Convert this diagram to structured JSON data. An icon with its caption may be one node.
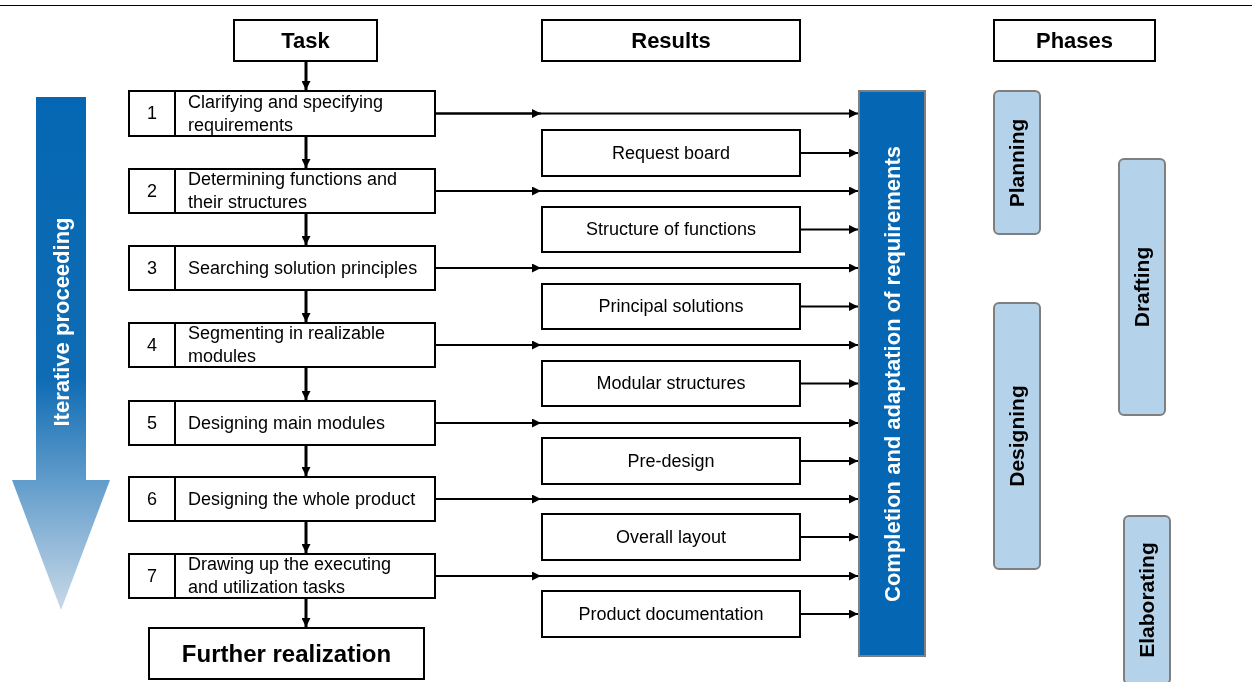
{
  "diagram": {
    "nodes": [
      {
        "text": [
          "Task"
        ]
      },
      {
        "text": [
          "Results"
        ]
      },
      {
        "text": [
          "Phases"
        ]
      },
      {
        "text": [
          "Iterative proceeding"
        ]
      },
      {
        "text": [
          "1",
          "Clarifying and specifying requirements"
        ]
      },
      {
        "text": [
          "2",
          "Determining functions and their structures"
        ]
      },
      {
        "text": [
          "3",
          "Searching solution principles"
        ]
      },
      {
        "text": [
          "4",
          "Segmenting in realizable modules"
        ]
      },
      {
        "text": [
          "5",
          "Designing main modules"
        ]
      },
      {
        "text": [
          "6",
          "Designing the whole product"
        ]
      },
      {
        "text": [
          "7",
          "Drawing up the executing and utilization tasks"
        ]
      },
      {
        "text": [
          "Request board"
        ]
      },
      {
        "text": [
          "Structure of functions"
        ]
      },
      {
        "text": [
          "Principal solutions"
        ]
      },
      {
        "text": [
          "Modular structures"
        ]
      },
      {
        "text": [
          "Pre-design"
        ]
      },
      {
        "text": [
          "Overall layout"
        ]
      },
      {
        "text": [
          "Product documentation"
        ]
      },
      {
        "text": [
          "Further realization"
        ]
      },
      {
        "text": [
          "Completion and adaptation of requirements"
        ]
      },
      {
        "text": [
          "Planning"
        ]
      },
      {
        "text": [
          "Drafting"
        ]
      },
      {
        "text": [
          "Designing"
        ]
      },
      {
        "text": [
          "Elaborating"
        ]
      }
    ],
    "edges": [
      {
        "from": 0,
        "to": 4,
        "arrow": "to"
      },
      {
        "from": 4,
        "to": 5,
        "arrow": "to"
      },
      {
        "from": 5,
        "to": 6,
        "arrow": "to"
      },
      {
        "from": 6,
        "to": 7,
        "arrow": "to"
      },
      {
        "from": 7,
        "to": 8,
        "arrow": "to"
      },
      {
        "from": 8,
        "to": 9,
        "arrow": "to"
      },
      {
        "from": 9,
        "to": 10,
        "arrow": "to"
      },
      {
        "from": 10,
        "to": 18,
        "arrow": "to"
      },
      {
        "from": 4,
        "to": 11,
        "arrow": "to"
      },
      {
        "from": 5,
        "to": 12,
        "arrow": "to"
      },
      {
        "from": 6,
        "to": 13,
        "arrow": "to"
      },
      {
        "from": 7,
        "to": 14,
        "arrow": "to"
      },
      {
        "from": 8,
        "to": 15,
        "arrow": "to"
      },
      {
        "from": 9,
        "to": 16,
        "arrow": "to"
      },
      {
        "from": 10,
        "to": 17,
        "arrow": "to"
      },
      {
        "from": 4,
        "to": 19,
        "arrow": "to"
      },
      {
        "from": 5,
        "to": 19,
        "arrow": "to"
      },
      {
        "from": 6,
        "to": 19,
        "arrow": "to"
      },
      {
        "from": 7,
        "to": 19,
        "arrow": "to"
      },
      {
        "from": 8,
        "to": 19,
        "arrow": "to"
      },
      {
        "from": 9,
        "to": 19,
        "arrow": "to"
      },
      {
        "from": 10,
        "to": 19,
        "arrow": "to"
      },
      {
        "from": 11,
        "to": 19,
        "arrow": "to"
      },
      {
        "from": 12,
        "to": 19,
        "arrow": "to"
      },
      {
        "from": 13,
        "to": 19,
        "arrow": "to"
      },
      {
        "from": 14,
        "to": 19,
        "arrow": "to"
      },
      {
        "from": 15,
        "to": 19,
        "arrow": "to"
      },
      {
        "from": 16,
        "to": 19,
        "arrow": "to"
      },
      {
        "from": 17,
        "to": 19,
        "arrow": "to"
      }
    ]
  }
}
